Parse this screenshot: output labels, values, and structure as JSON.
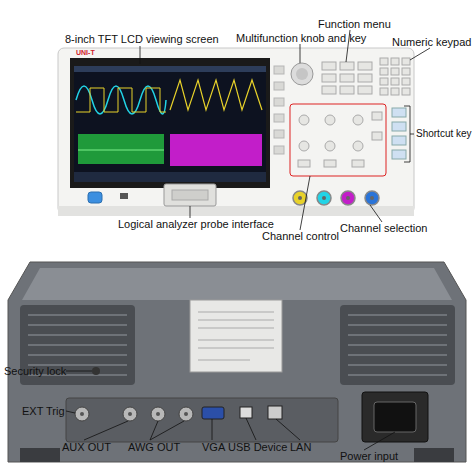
{
  "diagram": {
    "labels": [
      "8-inch TFT LCD viewing screen",
      "Multifunction knob and key",
      "Function menu",
      "Numeric keypad",
      "Shortcut key",
      "Logical analyzer probe interface",
      "Channel control",
      "Channel selection",
      "Security lock",
      "EXT Trig",
      "AUX OUT",
      "AWG OUT",
      "VGA",
      "USB Device",
      "LAN",
      "Power input",
      "UNI-T"
    ]
  }
}
